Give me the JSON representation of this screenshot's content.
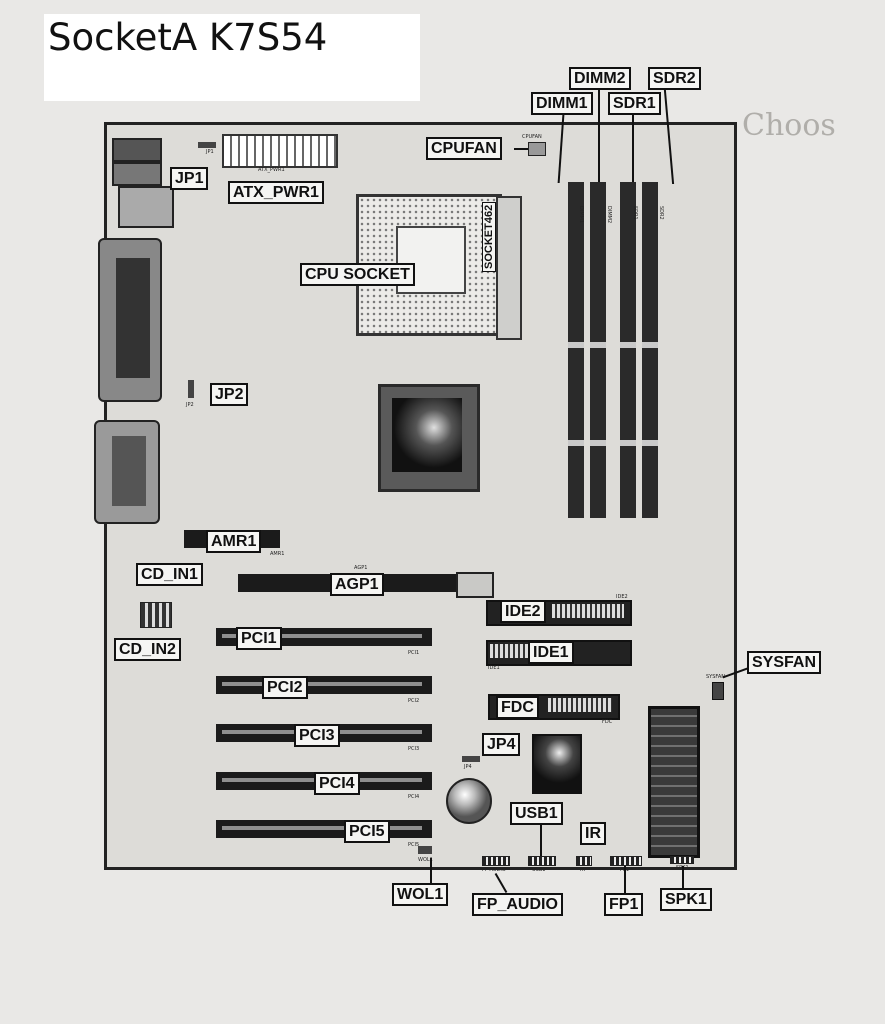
{
  "title": "SocketA K7S54",
  "labels": {
    "jp1": "JP1",
    "atx_pwr1": "ATX_PWR1",
    "cpufan": "CPUFAN",
    "dimm1": "DIMM1",
    "dimm2": "DIMM2",
    "sdr1": "SDR1",
    "sdr2": "SDR2",
    "cpu_socket": "CPU SOCKET",
    "socket462": "SOCKET462",
    "jp2": "JP2",
    "amr1": "AMR1",
    "cd_in1": "CD_IN1",
    "cd_in2": "CD_IN2",
    "agp1": "AGP1",
    "ide2": "IDE2",
    "ide1": "IDE1",
    "pci1": "PCI1",
    "pci2": "PCI2",
    "pci3": "PCI3",
    "pci4": "PCI4",
    "pci5": "PCI5",
    "fdc": "FDC",
    "jp4": "JP4",
    "sysfan": "SYSFAN",
    "usb1": "USB1",
    "ir": "IR",
    "wol1": "WOL1",
    "fp_audio": "FP_AUDIO",
    "fp1": "FP1",
    "spk1": "SPK1"
  },
  "silkscreen": {
    "jp1": "JP1",
    "atx_pwr1": "ATX_PWR1",
    "cpufan": "CPUFAN",
    "dimm1": "DIMM1",
    "dimm2": "DIMM2",
    "sdr1": "SDR1",
    "sdr2": "SDR2",
    "jp2": "JP2",
    "amr1": "AMR1",
    "agp1": "AGP1",
    "ide2": "IDE2",
    "ide1": "IDE1",
    "pci1": "PCI1",
    "pci2": "PCI2",
    "pci3": "PCI3",
    "pci4": "PCI4",
    "pci5": "PCI5",
    "fdc": "FDC",
    "jp4": "JP4",
    "sysfan": "SYSFAN",
    "wol1": "WOL1",
    "fp_audio": "FP AUDIO",
    "usb1": "USB1",
    "ir": "IR",
    "fp1": "FP1",
    "spk1": "SPK1"
  },
  "colors": {
    "board": "#dddcd8",
    "label_border": "#111111",
    "slot": "#1b1b1b",
    "page": "#e9e8e6"
  }
}
